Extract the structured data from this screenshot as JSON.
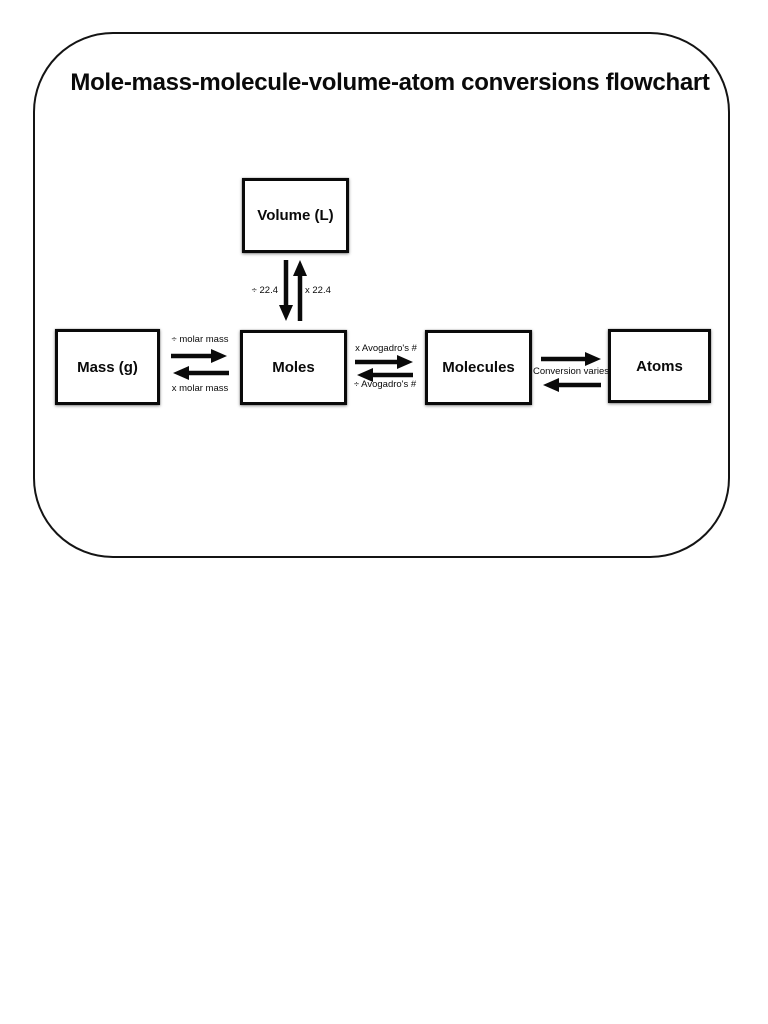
{
  "title": "Mole-mass-molecule-volume-atom conversions flowchart",
  "nodes": {
    "volume": {
      "label": "Volume (L)"
    },
    "mass": {
      "label": "Mass (g)"
    },
    "moles": {
      "label": "Moles"
    },
    "molecules": {
      "label": "Molecules"
    },
    "atoms": {
      "label": "Atoms"
    }
  },
  "edges": {
    "volume_to_moles": {
      "label": "÷ 22.4",
      "direction": "down"
    },
    "moles_to_volume": {
      "label": "x 22.4",
      "direction": "up"
    },
    "mass_to_moles": {
      "label": "÷ molar mass",
      "direction": "right"
    },
    "moles_to_mass": {
      "label": "x molar mass",
      "direction": "left"
    },
    "moles_to_molecules": {
      "label": "x  Avogadro's #",
      "direction": "right"
    },
    "molecules_to_moles": {
      "label": "÷ Avogadro's #",
      "direction": "left"
    },
    "molecules_atoms": {
      "label": "Conversion varies",
      "direction": "both"
    }
  },
  "colors": {
    "line": "#0a0a0a",
    "background": "#ffffff"
  }
}
